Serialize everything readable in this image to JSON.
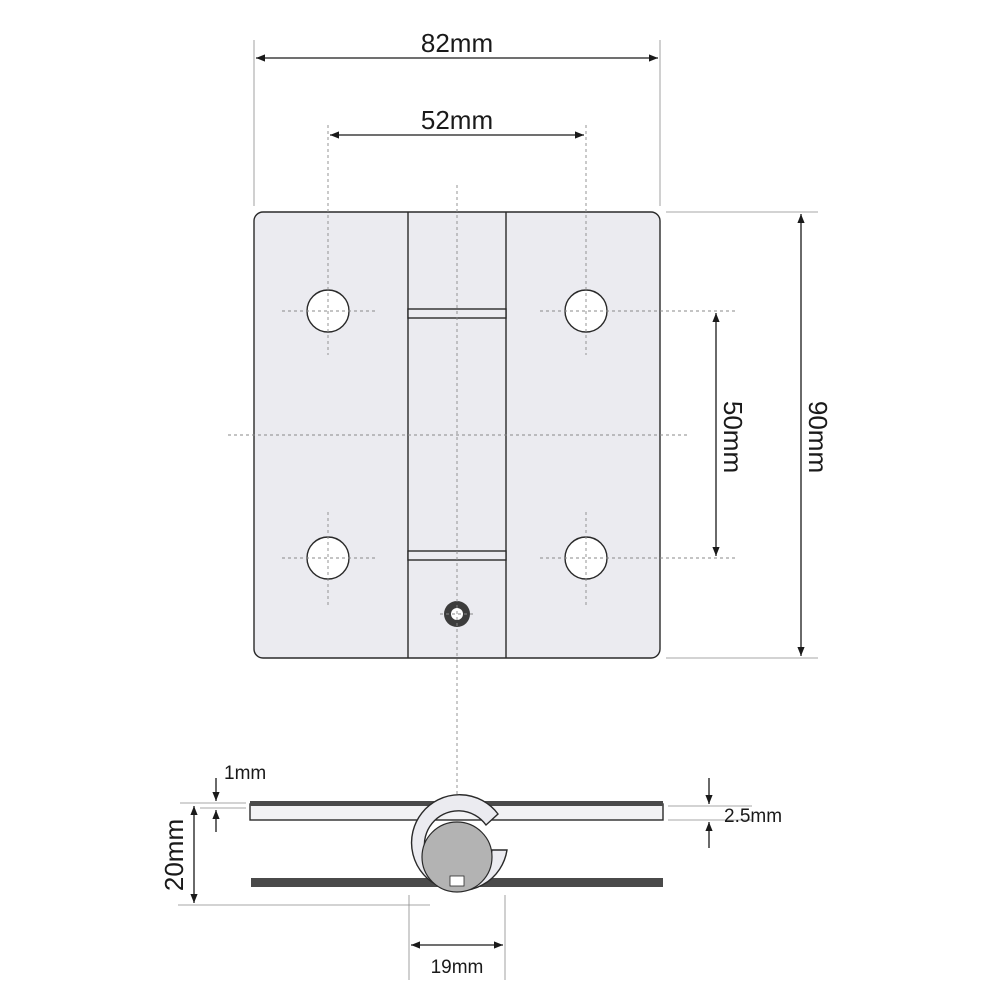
{
  "dimensions": {
    "overall_width": "82mm",
    "hole_spacing_horizontal": "52mm",
    "hole_spacing_vertical": "50mm",
    "overall_height": "90mm",
    "leaf_thickness": "1mm",
    "open_height": "20mm",
    "knuckle_thickness": "2.5mm",
    "knuckle_width": "19mm"
  },
  "colors": {
    "plate_fill": "#ebebf0",
    "outline": "#2a2a2a",
    "leaf_dark": "#4a4a4a",
    "pin_grey": "#b3b3b3"
  }
}
